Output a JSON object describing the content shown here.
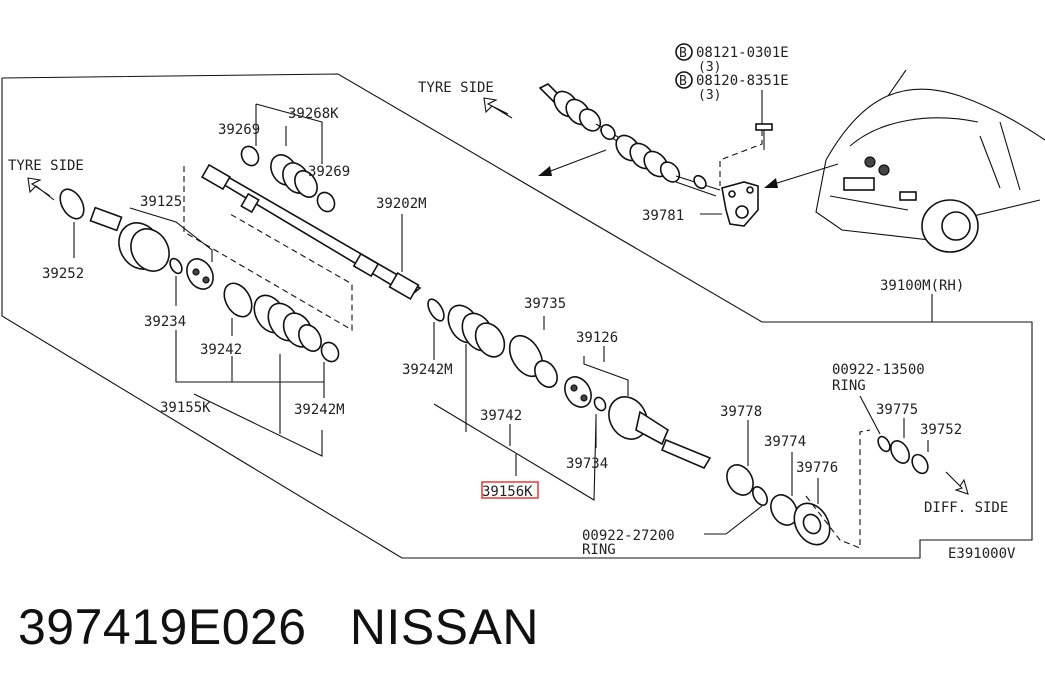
{
  "labels": {
    "bolt1": "08121-0301E",
    "bolt1_qty": "(3)",
    "bolt2": "08120-8351E",
    "bolt2_qty": "(3)",
    "bolt_mark": "B",
    "tyre_side_top": "TYRE SIDE",
    "tyre_side_left": "TYRE SIDE",
    "p39268K": "39268K",
    "p39269a": "39269",
    "p39269b": "39269",
    "p39202M": "39202M",
    "p39125": "39125",
    "p39252": "39252",
    "p39234": "39234",
    "p39242": "39242",
    "p39155K": "39155K",
    "p39242M_a": "39242M",
    "p39242M_b": "39242M",
    "p39735": "39735",
    "p39126": "39126",
    "p39742": "39742",
    "p39734": "39734",
    "p39156K": "39156K",
    "p39781": "39781",
    "p39100M": "39100M(RH)",
    "p00922_13500": "00922-13500",
    "ring_a": "RING",
    "p39775": "39775",
    "p39752": "39752",
    "p39778": "39778",
    "p39774": "39774",
    "p39776": "39776",
    "p00922_27200": "00922-27200",
    "ring_b": "RING",
    "diff_side": "DIFF. SIDE",
    "diagram_code": "E391000V"
  },
  "highlight_color": "#e53935",
  "footer": {
    "part_number": "397419E026",
    "brand": "NISSAN"
  }
}
